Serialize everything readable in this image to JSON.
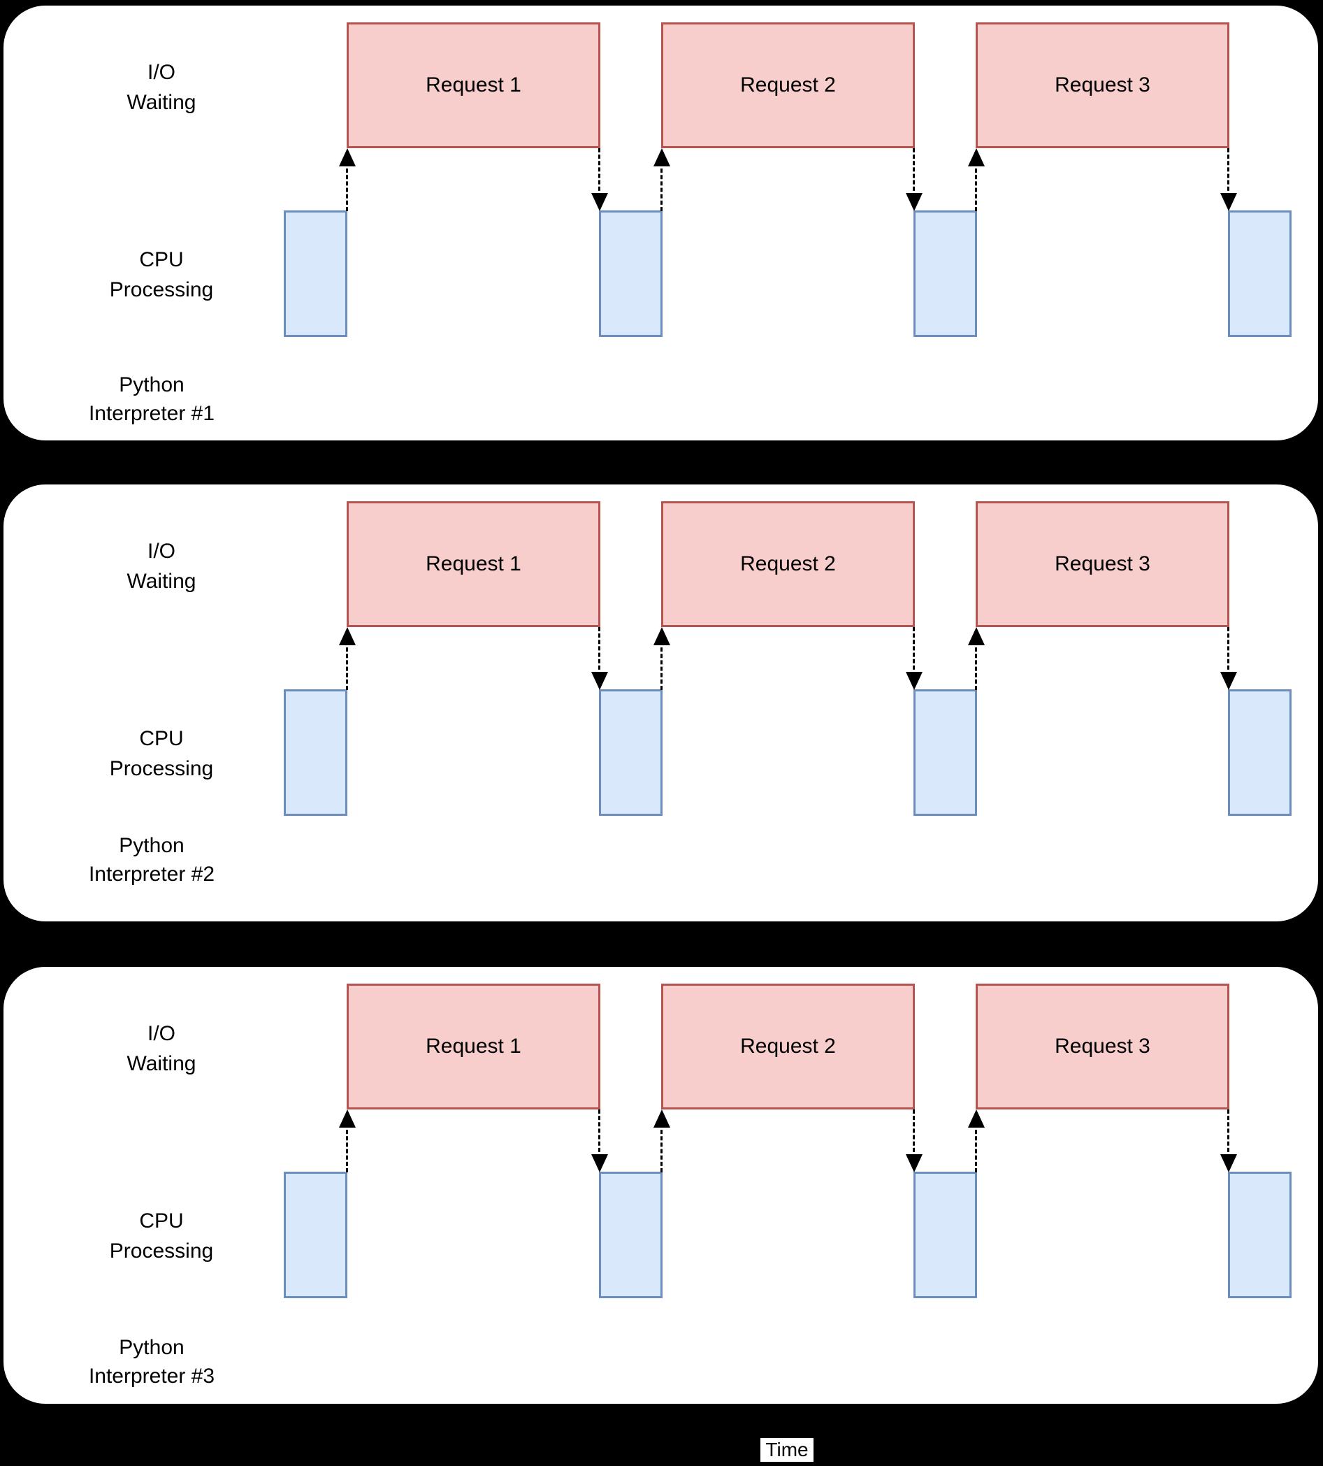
{
  "canvas": {
    "background": "#000000"
  },
  "colors": {
    "request_fill": "#F8CECC",
    "request_stroke": "#B85450",
    "cpu_fill": "#DAE8FC",
    "cpu_stroke": "#6C8EBF",
    "panel_background": "#FFFFFF",
    "arrow": "#000000",
    "text": "#000000"
  },
  "panels": [
    {
      "io_label": "I/O\nWaiting",
      "cpu_label": "CPU\nProcessing",
      "interpreter_label": "Python\nInterpreter #1",
      "requests": [
        "Request 1",
        "Request 2",
        "Request 3"
      ]
    },
    {
      "io_label": "I/O\nWaiting",
      "cpu_label": "CPU\nProcessing",
      "interpreter_label": "Python\nInterpreter #2",
      "requests": [
        "Request 1",
        "Request 2",
        "Request 3"
      ]
    },
    {
      "io_label": "I/O\nWaiting",
      "cpu_label": "CPU\nProcessing",
      "interpreter_label": "Python\nInterpreter #3",
      "requests": [
        "Request 1",
        "Request 2",
        "Request 3"
      ]
    }
  ],
  "time_label": "Time"
}
